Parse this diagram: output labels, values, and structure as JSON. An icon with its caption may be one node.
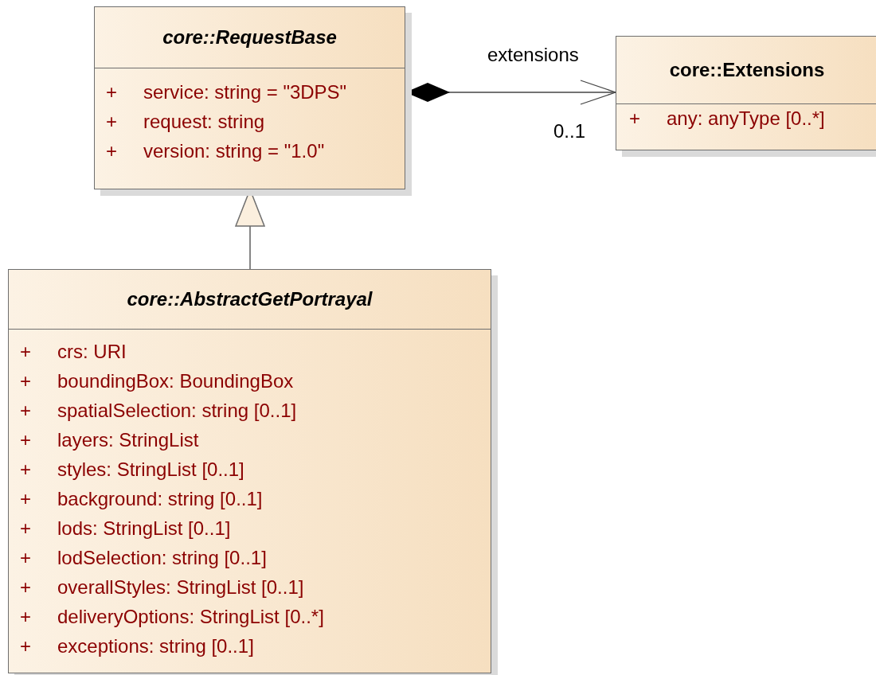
{
  "diagram": {
    "nodes": [
      {
        "text": [
          "core::RequestBase",
          "+",
          "service: string = \"3DPS\"",
          "+",
          "request: string",
          "+",
          "version: string = \"1.0\""
        ]
      },
      {
        "text": [
          "core::Extensions",
          "+",
          "any: anyType [0..*]"
        ]
      },
      {
        "text": [
          "core::AbstractGetPortrayal",
          "+",
          "crs: URI",
          "+",
          "boundingBox: BoundingBox",
          "+",
          "spatialSelection: string [0..1]",
          "+",
          "layers: StringList",
          "+",
          "styles: StringList [0..1]",
          "+",
          "background: string [0..1]",
          "+",
          "lods: StringList [0..1]",
          "+",
          "lodSelection: string [0..1]",
          "+",
          "overallStyles: StringList [0..1]",
          "+",
          "deliveryOptions: StringList [0..*]",
          "+",
          "exceptions: string [0..1]"
        ]
      }
    ],
    "edges": [
      {
        "from": 0,
        "to": 1,
        "arrow": "to",
        "label": "extensions"
      },
      {
        "from": 2,
        "to": 0,
        "arrow": "to"
      }
    ],
    "labels": [
      "0..1"
    ]
  }
}
